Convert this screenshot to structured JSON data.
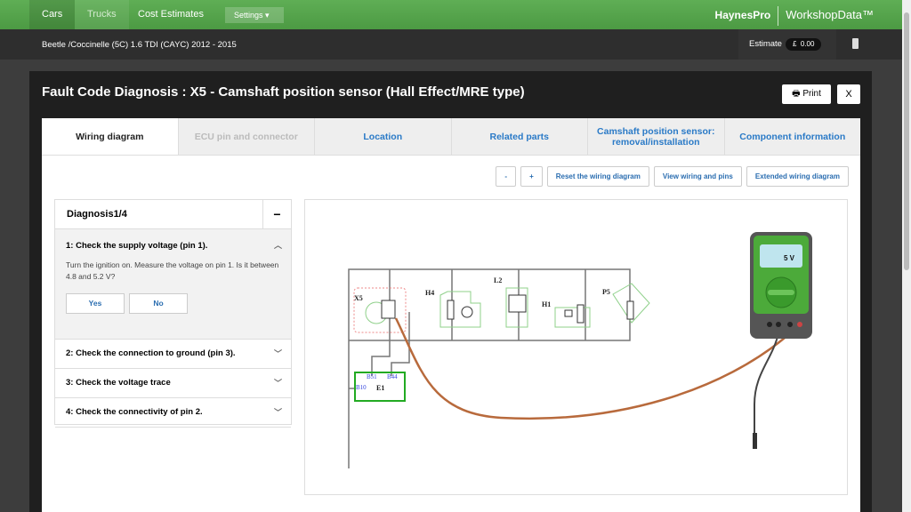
{
  "topnav": {
    "items": [
      "Cars",
      "Trucks",
      "Cost Estimates"
    ],
    "settings": "Settings",
    "brand": "HaynesPro",
    "product": "WorkshopData™"
  },
  "subbar": {
    "vehicle": "Beetle /Coccinelle (5C) 1.6 TDI (CAYC) 2012 - 2015",
    "estimate_label": "Estimate",
    "currency": "£",
    "estimate_value": "0.00"
  },
  "modal": {
    "title": "Fault Code Diagnosis : X5 - Camshaft position sensor (Hall Effect/MRE type)",
    "print": "Print",
    "close": "X"
  },
  "tabs": [
    "Wiring diagram",
    "ECU pin and connector",
    "Location",
    "Related parts",
    "Camshaft position sensor: removal/installation",
    "Component information"
  ],
  "toolbar": {
    "zoom_out": "-",
    "zoom_in": "+",
    "reset": "Reset the wiring diagram",
    "view": "View wiring and pins",
    "extended": "Extended wiring diagram"
  },
  "diagnosis": {
    "title": "Diagnosis1/4",
    "steps": [
      {
        "title": "1: Check the supply voltage (pin 1).",
        "desc": "Turn the ignition on. Measure the voltage on pin 1. Is it between 4.8 and 5.2 V?",
        "yes": "Yes",
        "no": "No"
      },
      {
        "title": "2: Check the connection to ground (pin 3)."
      },
      {
        "title": "3: Check the voltage trace"
      },
      {
        "title": "4: Check the connectivity of pin 2."
      }
    ]
  },
  "diagram": {
    "components": [
      "X5",
      "H4",
      "L2",
      "H1",
      "P5",
      "E1"
    ],
    "ecu_pins": [
      "B51",
      "B44",
      "B10"
    ],
    "multimeter_reading": "5 V",
    "colors": {
      "wire": "#777777",
      "component": "#8fd08a",
      "ecu": "#22aa22",
      "probe": "#b86a3c",
      "pin": "#3344dd",
      "index": "#dd3333"
    }
  }
}
